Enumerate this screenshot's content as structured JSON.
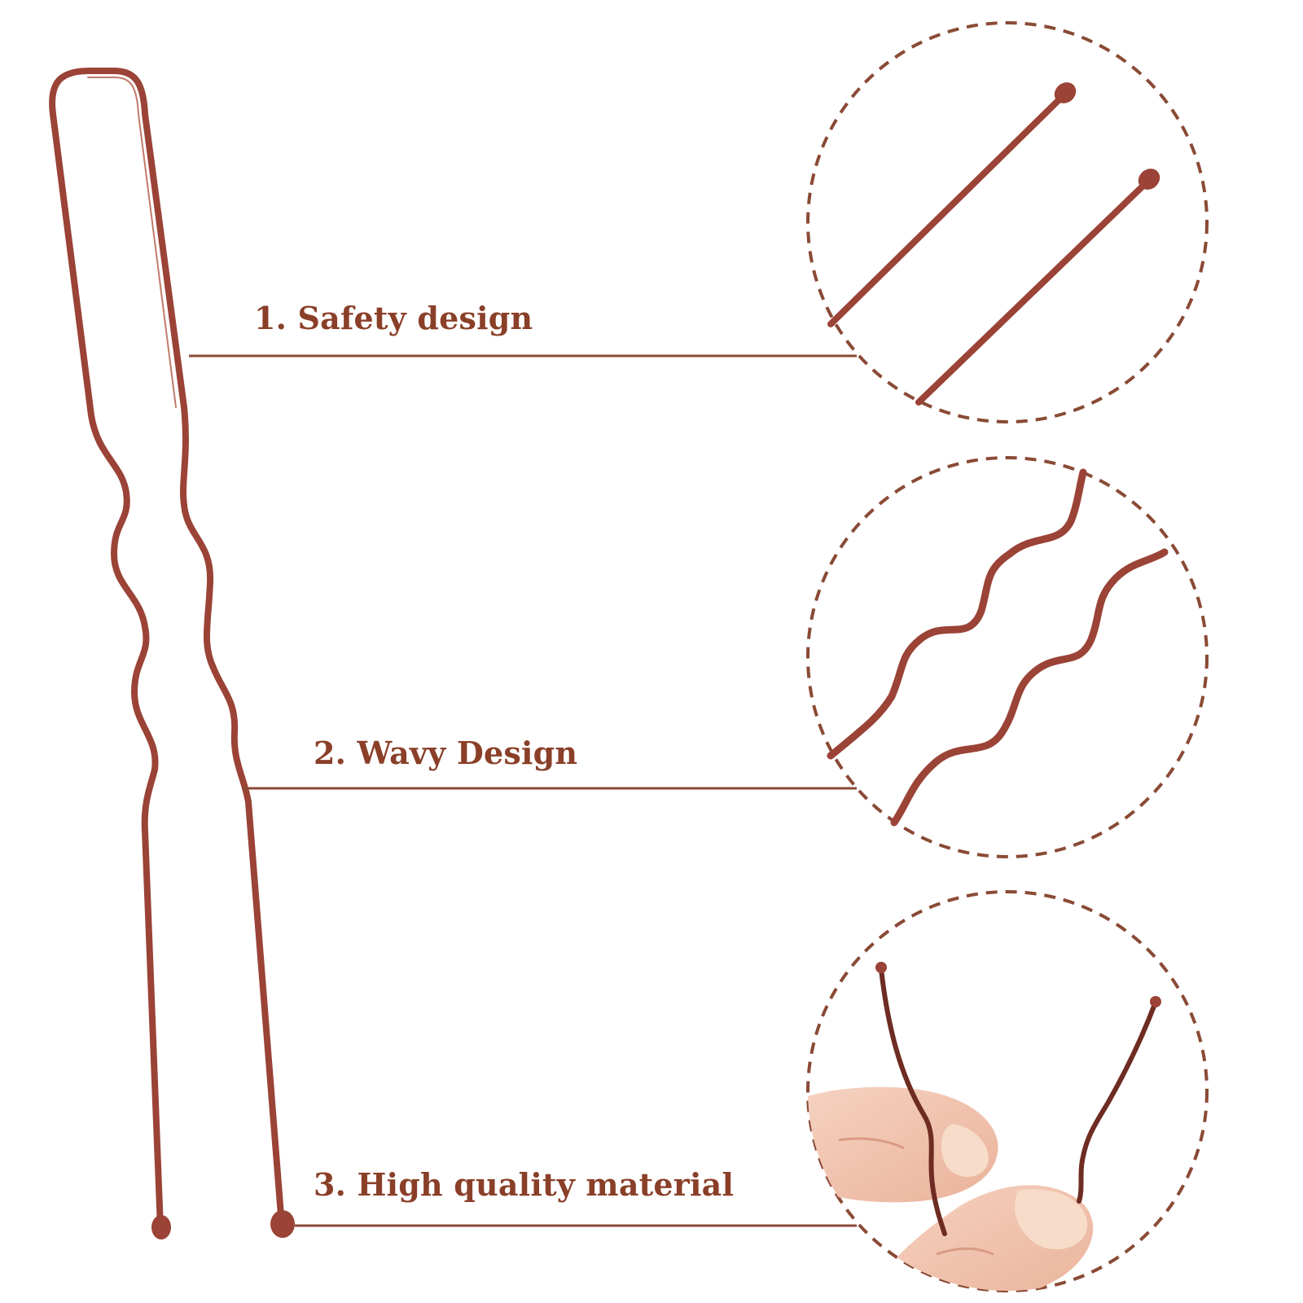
{
  "features": [
    {
      "label": "1. Safety design"
    },
    {
      "label": "2. Wavy Design"
    },
    {
      "label": "3. High quality material"
    }
  ],
  "colors": {
    "label_text": "#8a3f28",
    "leader_line": "#8a4a35",
    "dashed_circle": "#8a4a35",
    "pin_main": "#9a4336",
    "pin_highlight": "#c27a6a",
    "pin_dark": "#6e2c22",
    "skin": "#f1c3ad",
    "skin_shadow": "#d99a84",
    "nail": "#f6dcc9"
  },
  "icons": {
    "main_pin": "hairpin-illustration",
    "zoom_1": "rounded-pin-tips",
    "zoom_2": "wavy-pin-legs",
    "zoom_3": "fingers-bending-pin"
  }
}
